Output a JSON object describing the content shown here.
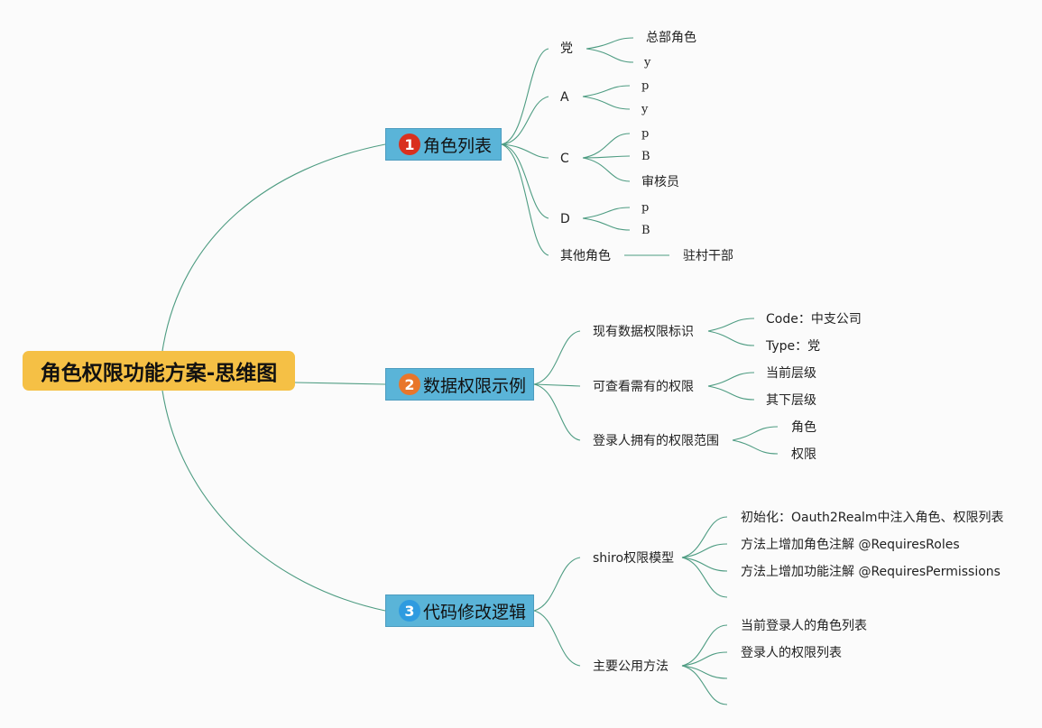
{
  "root": {
    "title": "角色权限功能方案-思维图"
  },
  "colors": {
    "root_fill": "#f5c045",
    "branch_fill": "#5ab4d8",
    "link": "#4e9c82",
    "badge1": "#d9301e",
    "badge2": "#e8762b",
    "badge3": "#2e9be0"
  },
  "branches": [
    {
      "number": "1",
      "label": "角色列表",
      "children": [
        {
          "label": "党",
          "children": [
            "总部角色",
            "y"
          ]
        },
        {
          "label": "A",
          "children": [
            "p",
            "y"
          ]
        },
        {
          "label": "C",
          "children": [
            "p",
            "B",
            "审核员"
          ]
        },
        {
          "label": "D",
          "children": [
            "p",
            "B"
          ]
        },
        {
          "label": "其他角色",
          "children": [
            "驻村干部"
          ]
        }
      ]
    },
    {
      "number": "2",
      "label": "数据权限示例",
      "children": [
        {
          "label": "现有数据权限标识",
          "children": [
            "Code：中支公司",
            "Type：党"
          ]
        },
        {
          "label": "可查看需有的权限",
          "children": [
            "当前层级",
            "其下层级"
          ]
        },
        {
          "label": "登录人拥有的权限范围",
          "children": [
            "角色",
            "权限"
          ]
        }
      ]
    },
    {
      "number": "3",
      "label": "代码修改逻辑",
      "children": [
        {
          "label": "shiro权限模型",
          "children": [
            "初始化：Oauth2Realm中注入角色、权限列表",
            "方法上增加角色注解 @RequiresRoles",
            "方法上增加功能注解 @RequiresPermissions",
            ""
          ]
        },
        {
          "label": "主要公用方法",
          "children": [
            "当前登录人的角色列表",
            "登录人的权限列表",
            "",
            ""
          ]
        }
      ]
    }
  ]
}
